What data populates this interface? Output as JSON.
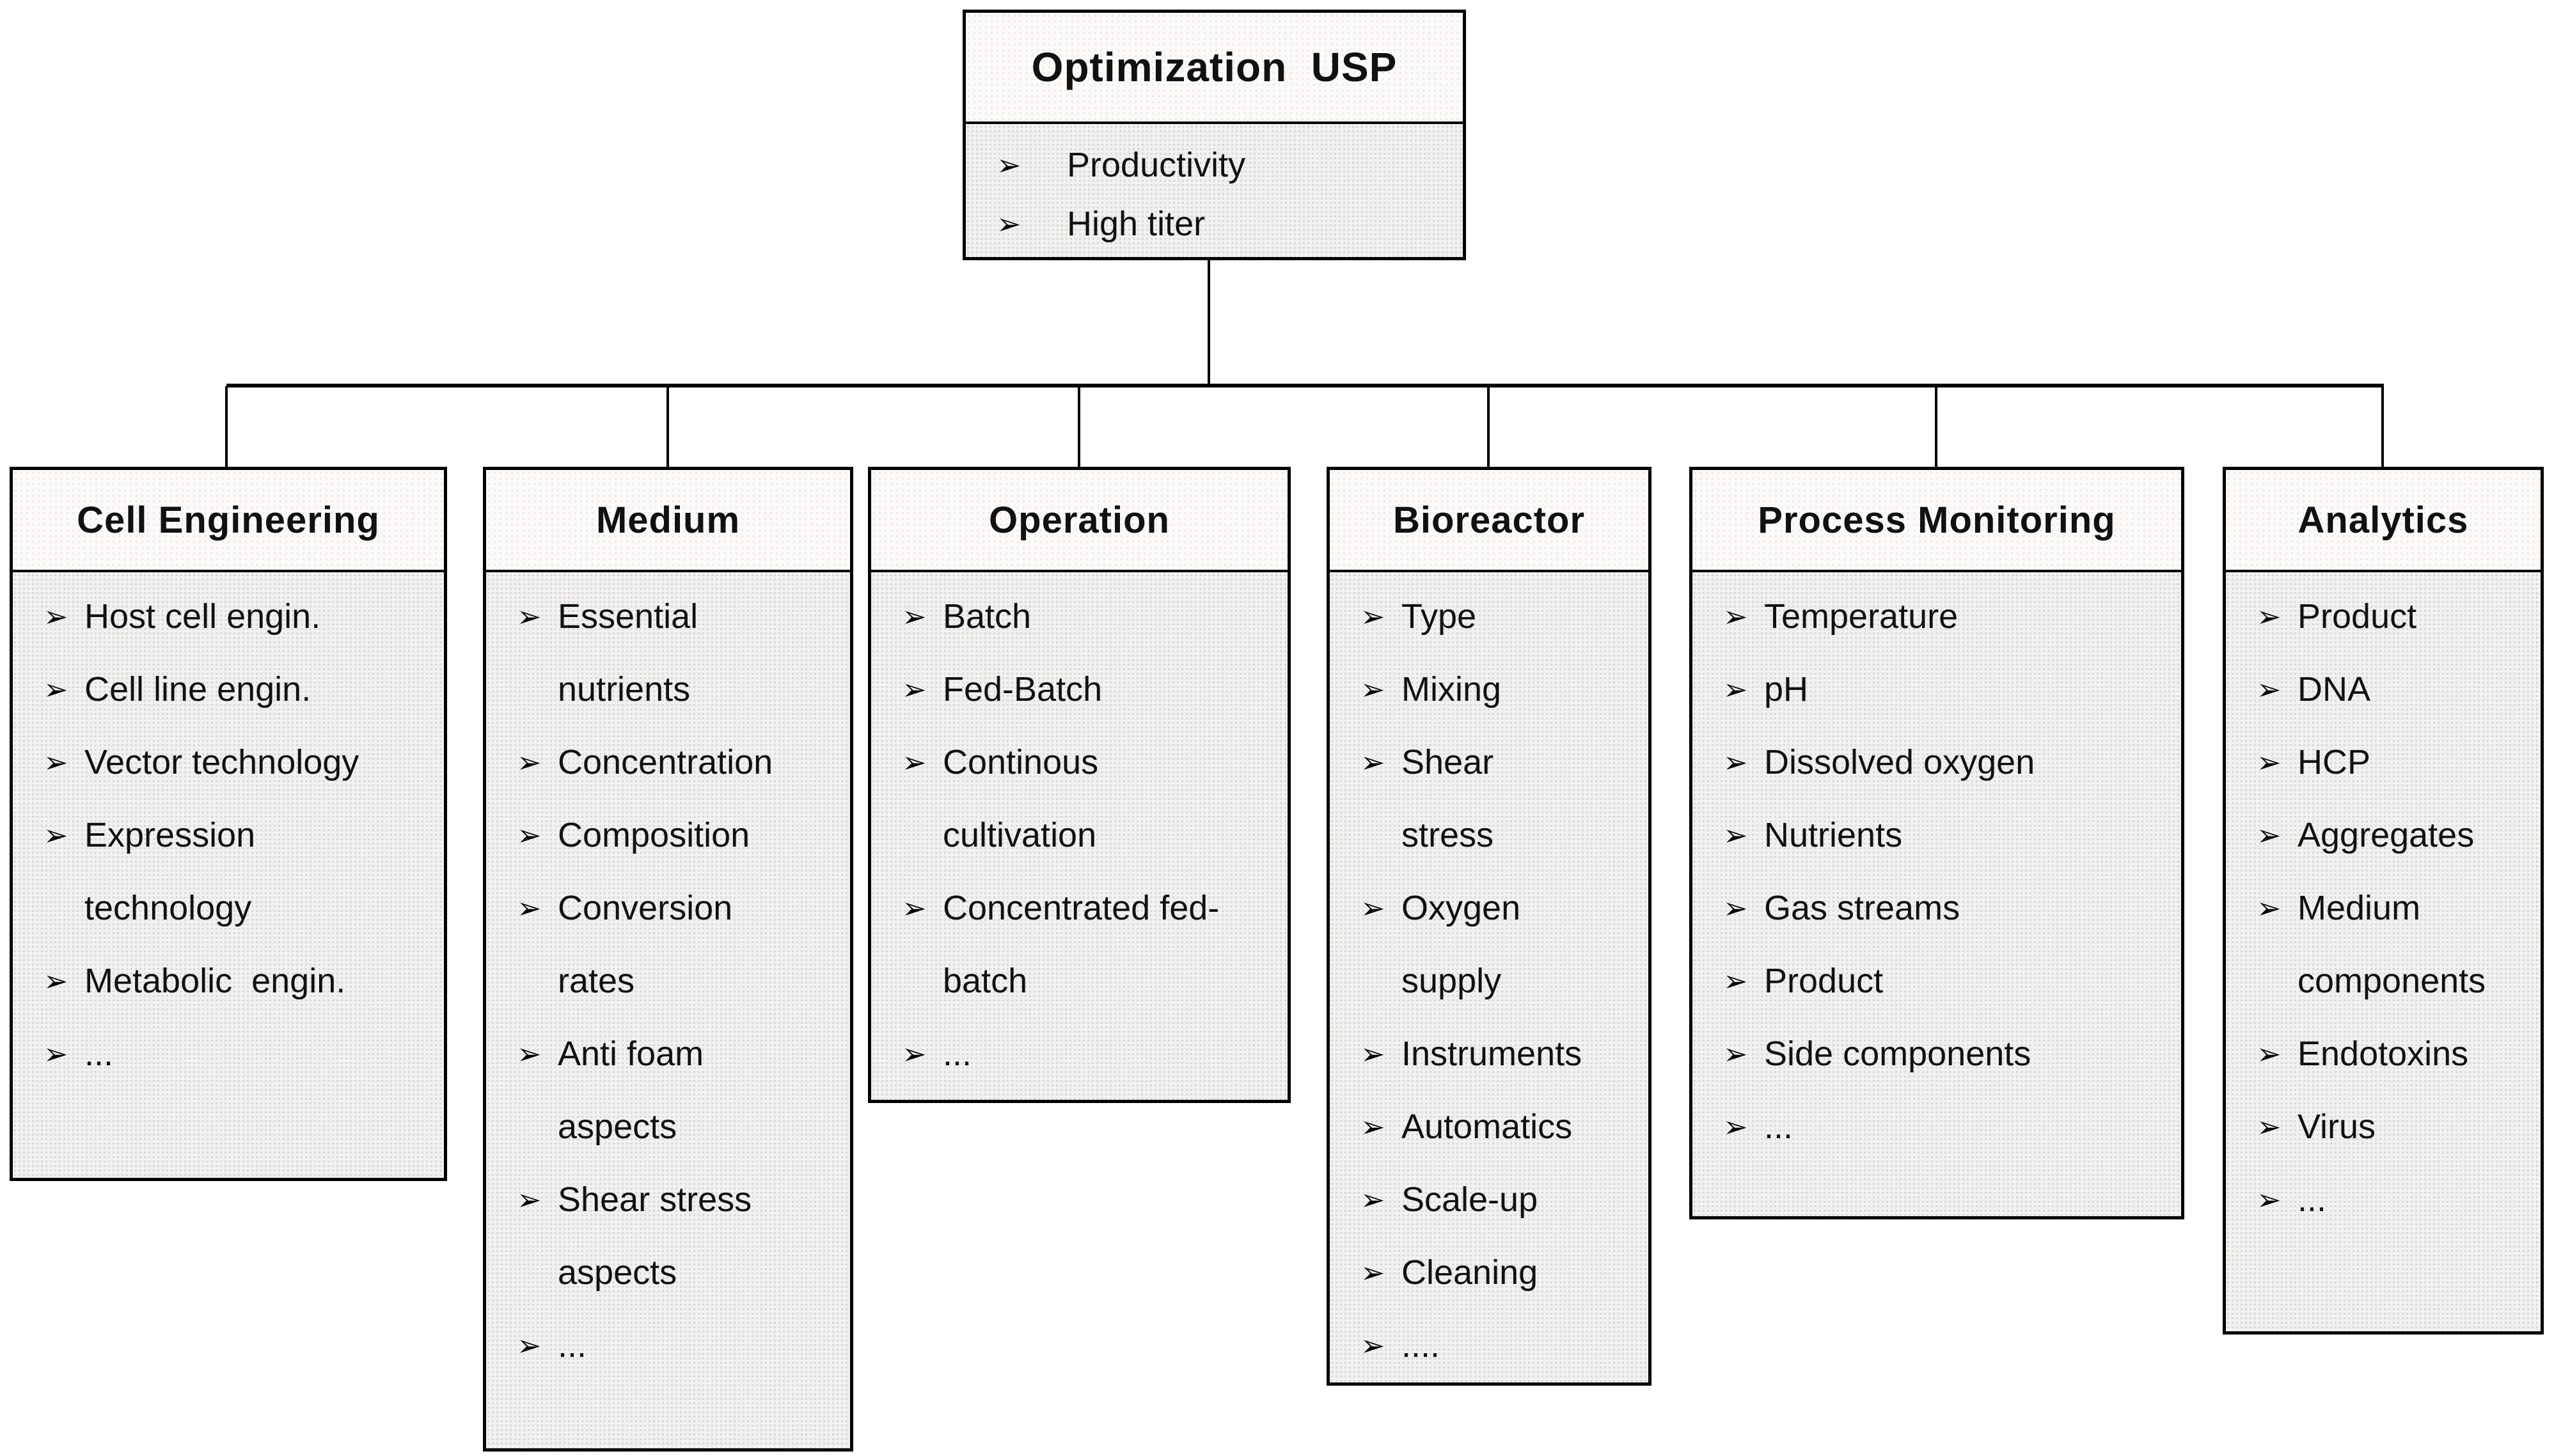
{
  "diagram": {
    "bullet_icon": "➢",
    "colors": {
      "border": "#000000",
      "connector_line": "#000000",
      "header_background": "#fcfaf8",
      "body_background": "#f2f1ef",
      "text": "#111111",
      "page_background": "#ffffff"
    },
    "root": {
      "title": "Optimization  USP",
      "items": [
        "Productivity",
        "High titer"
      ]
    },
    "branches": [
      {
        "title": "Cell Engineering",
        "items": [
          "Host cell engin.",
          "Cell line engin.",
          "Vector technology",
          "Expression\ntechnology",
          "Metabolic  engin.",
          "..."
        ]
      },
      {
        "title": "Medium",
        "items": [
          "Essential\nnutrients",
          "Concentration",
          "Composition",
          "Conversion\nrates",
          "Anti foam\naspects",
          "Shear stress\naspects",
          "..."
        ]
      },
      {
        "title": "Operation",
        "items": [
          "Batch",
          "Fed-Batch",
          "Continous\ncultivation",
          "Concentrated fed-\nbatch",
          "..."
        ]
      },
      {
        "title": "Bioreactor",
        "items": [
          "Type",
          "Mixing",
          "Shear\nstress",
          "Oxygen\nsupply",
          "Instruments",
          "Automatics",
          "Scale-up",
          "Cleaning",
          "...."
        ]
      },
      {
        "title": "Process Monitoring",
        "items": [
          "Temperature",
          "pH",
          "Dissolved oxygen",
          "Nutrients",
          "Gas streams",
          "Product",
          "Side components",
          "..."
        ]
      },
      {
        "title": "Analytics",
        "items": [
          "Product",
          "DNA",
          "HCP",
          "Aggregates",
          "Medium\ncomponents",
          "Endotoxins",
          "Virus",
          "..."
        ]
      }
    ]
  }
}
